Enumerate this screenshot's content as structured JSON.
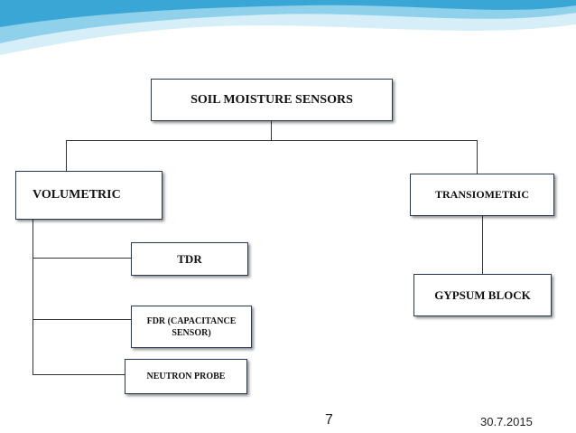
{
  "diagram": {
    "root": "SOIL MOISTURE SENSORS",
    "volumetric": "VOLUMETRIC",
    "transiometric": "TRANSIOMETRIC",
    "tdr": "TDR",
    "fdr": "FDR (CAPACITANCE\nSENSOR)",
    "neutron": "NEUTRON PROBE",
    "gypsum": "GYPSUM BLOCK"
  },
  "footer": {
    "page_number": "7",
    "date": "30.7.2015"
  },
  "colors": {
    "wave_light": "#d6eef8",
    "wave_mid": "#8fd0ea",
    "wave_dark": "#3aa6d6",
    "box_border": "#2a3a55"
  }
}
